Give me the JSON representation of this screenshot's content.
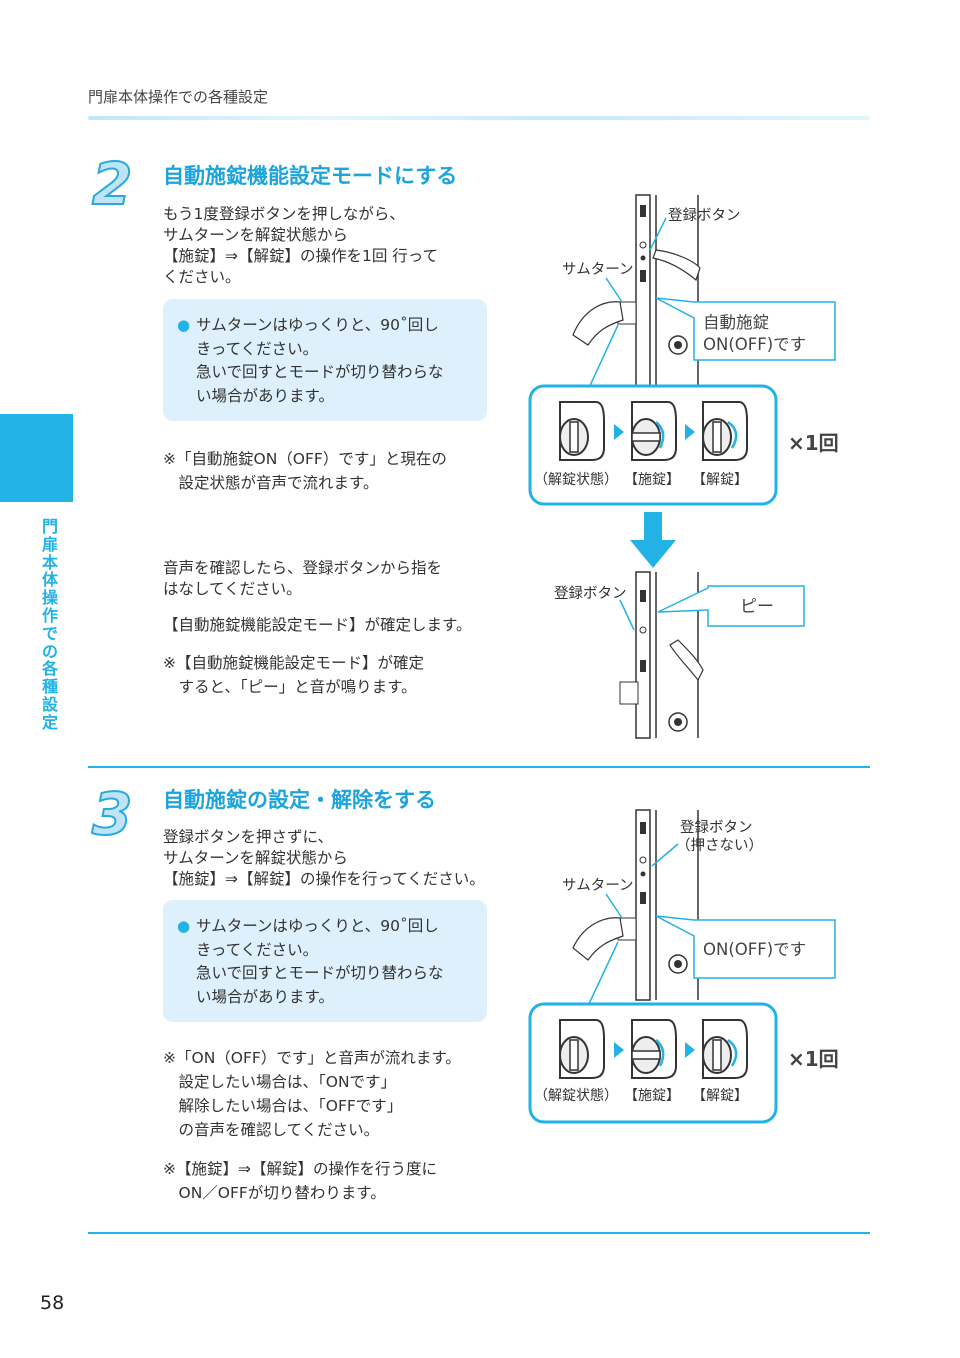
{
  "header": {
    "title": "門扉本体操作での各種設定"
  },
  "side_tab": {
    "label": "門扉本体操作での各種設定"
  },
  "page_number": "58",
  "step2": {
    "number": "2",
    "title": "自動施錠機能設定モードにする",
    "instruction": "もう1度登録ボタンを押しながら、\nサムターンを解錠状態から\n【施錠】⇒【解錠】の操作を1回 行って\nください。",
    "note_bullet": "●",
    "note": "サムターンはゆっくりと、90˚回し\nきってください。\n急いで回すとモードが切り替わらな\nい場合があります。",
    "remark": "※「自動施錠ON（OFF）です」と現在の\n　設定状態が音声で流れます。",
    "confirm_text": "音声を確認したら、登録ボタンから指を\nはなしてください。",
    "confirm_mode": "【自動施錠機能設定モード】が確定します。",
    "confirm_remark": "※【自動施錠機能設定モード】が確定\n　すると、「ピー」と音が鳴ります。",
    "figure1": {
      "label_button": "登録ボタン",
      "label_thumbturn": "サムターン",
      "bubble_line1": "自動施錠",
      "bubble_line2": "ON(OFF)です",
      "state_unlocked": "（解錠状態）",
      "state_lock": "【施錠】",
      "state_unlock": "【解錠】",
      "times": "×1回"
    },
    "figure2": {
      "label_button": "登録ボタン",
      "bubble": "ピー"
    }
  },
  "step3": {
    "number": "3",
    "title": "自動施錠の設定・解除をする",
    "instruction": "登録ボタンを押さずに、\nサムターンを解錠状態から\n【施錠】⇒【解錠】の操作を行ってください。",
    "note_bullet": "●",
    "note": "サムターンはゆっくりと、90˚回し\nきってください。\n急いで回すとモードが切り替わらな\nい場合があります。",
    "remark1": "※「ON（OFF）です」と音声が流れます。\n　設定したい場合は、「ONです」\n　解除したい場合は、「OFFです」\n　の音声を確認してください。",
    "remark2": "※【施錠】⇒【解錠】の操作を行う度に\n　ON／OFFが切り替わります。",
    "figure": {
      "label_button_line1": "登録ボタン",
      "label_button_line2": "（押さない）",
      "label_thumbturn": "サムターン",
      "bubble": "ON(OFF)です",
      "state_unlocked": "（解錠状態）",
      "state_lock": "【施錠】",
      "state_unlock": "【解錠】",
      "times": "×1回"
    }
  },
  "colors": {
    "accent": "#22b2e6",
    "note_bg": "#ddf0fb",
    "title": "#1ea4dc"
  }
}
